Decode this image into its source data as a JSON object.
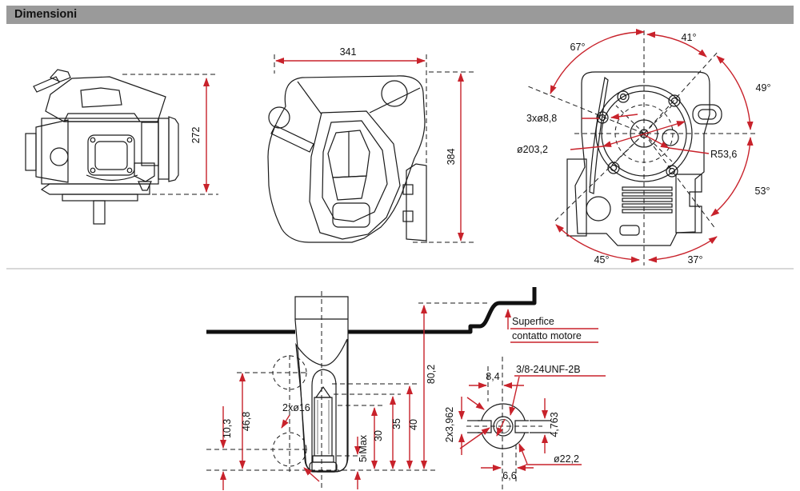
{
  "header": {
    "title": "Dimensioni"
  },
  "side_view": {
    "height": "272"
  },
  "top_view": {
    "width": "341",
    "depth": "384"
  },
  "rear_view": {
    "angle_top_left": "67°",
    "angle_top": "41°",
    "angle_right_upper": "49°",
    "angle_right_lower": "53°",
    "angle_bottom_right": "37°",
    "angle_bottom_left": "45°",
    "bolt_holes": "3xø8,8",
    "flange_diameter": "ø203,2",
    "bolt_circle_radius": "R53,6"
  },
  "section_view": {
    "dim_10_3": "10,3",
    "dim_46_8": "46,8",
    "holes": "2xø16",
    "dim_5_max": "5 Max",
    "dim_30": "30",
    "dim_35": "35",
    "dim_40": "40",
    "dim_80_2": "80,2",
    "surface_note_line1": "Superfice",
    "surface_note_line2": "contatto motore"
  },
  "shaft_end_view": {
    "dim_8_4": "8,4",
    "thread": "3/8-24UNF-2B",
    "keyway_left": "2x3,962",
    "keyway_right": "4,763",
    "shaft_diameter": "ø22,2",
    "dim_6_6": "6,6"
  },
  "colors": {
    "dimension_red": "#c8222b",
    "header_gray": "#9a9a9a",
    "fill_dark": "#9c9c9c",
    "fill_light": "#ececec"
  }
}
